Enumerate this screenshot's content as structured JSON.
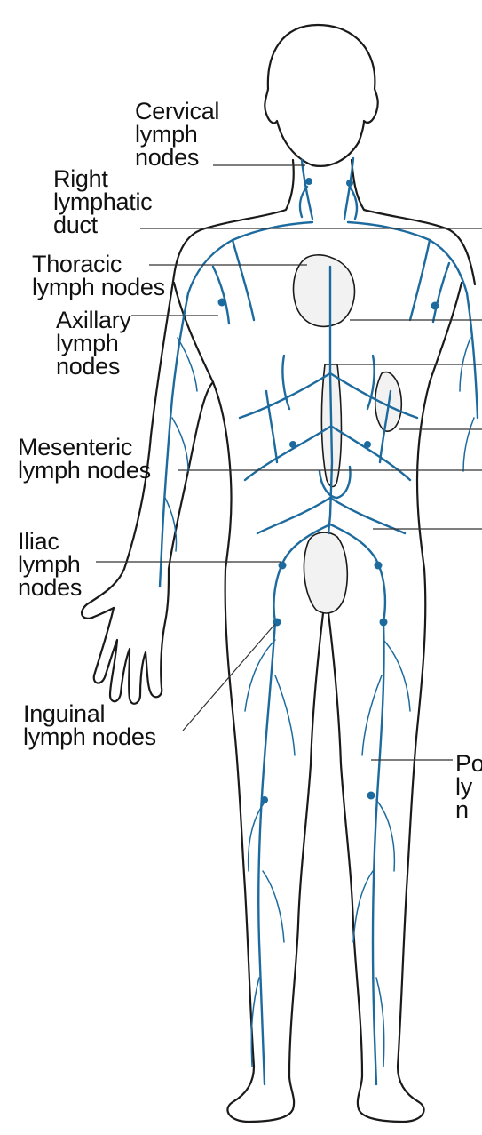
{
  "labels": {
    "cervical": "Cervical\nlymph\nnodes",
    "right_duct": "Right\nlymphatic\nduct",
    "thoracic": "Thoracic\nlymph nodes",
    "axillary": "Axillary\nlymph\nnodes",
    "mesenteric": "Mesenteric\nlymph nodes",
    "iliac": "Iliac\nlymph\nnodes",
    "inguinal": "Inguinal\nlymph nodes",
    "popliteal": "Po\nly\nn"
  },
  "colors": {
    "lymph_vessel": "#1d6b9e",
    "outline": "#1a1a1a",
    "background": "#ffffff"
  }
}
